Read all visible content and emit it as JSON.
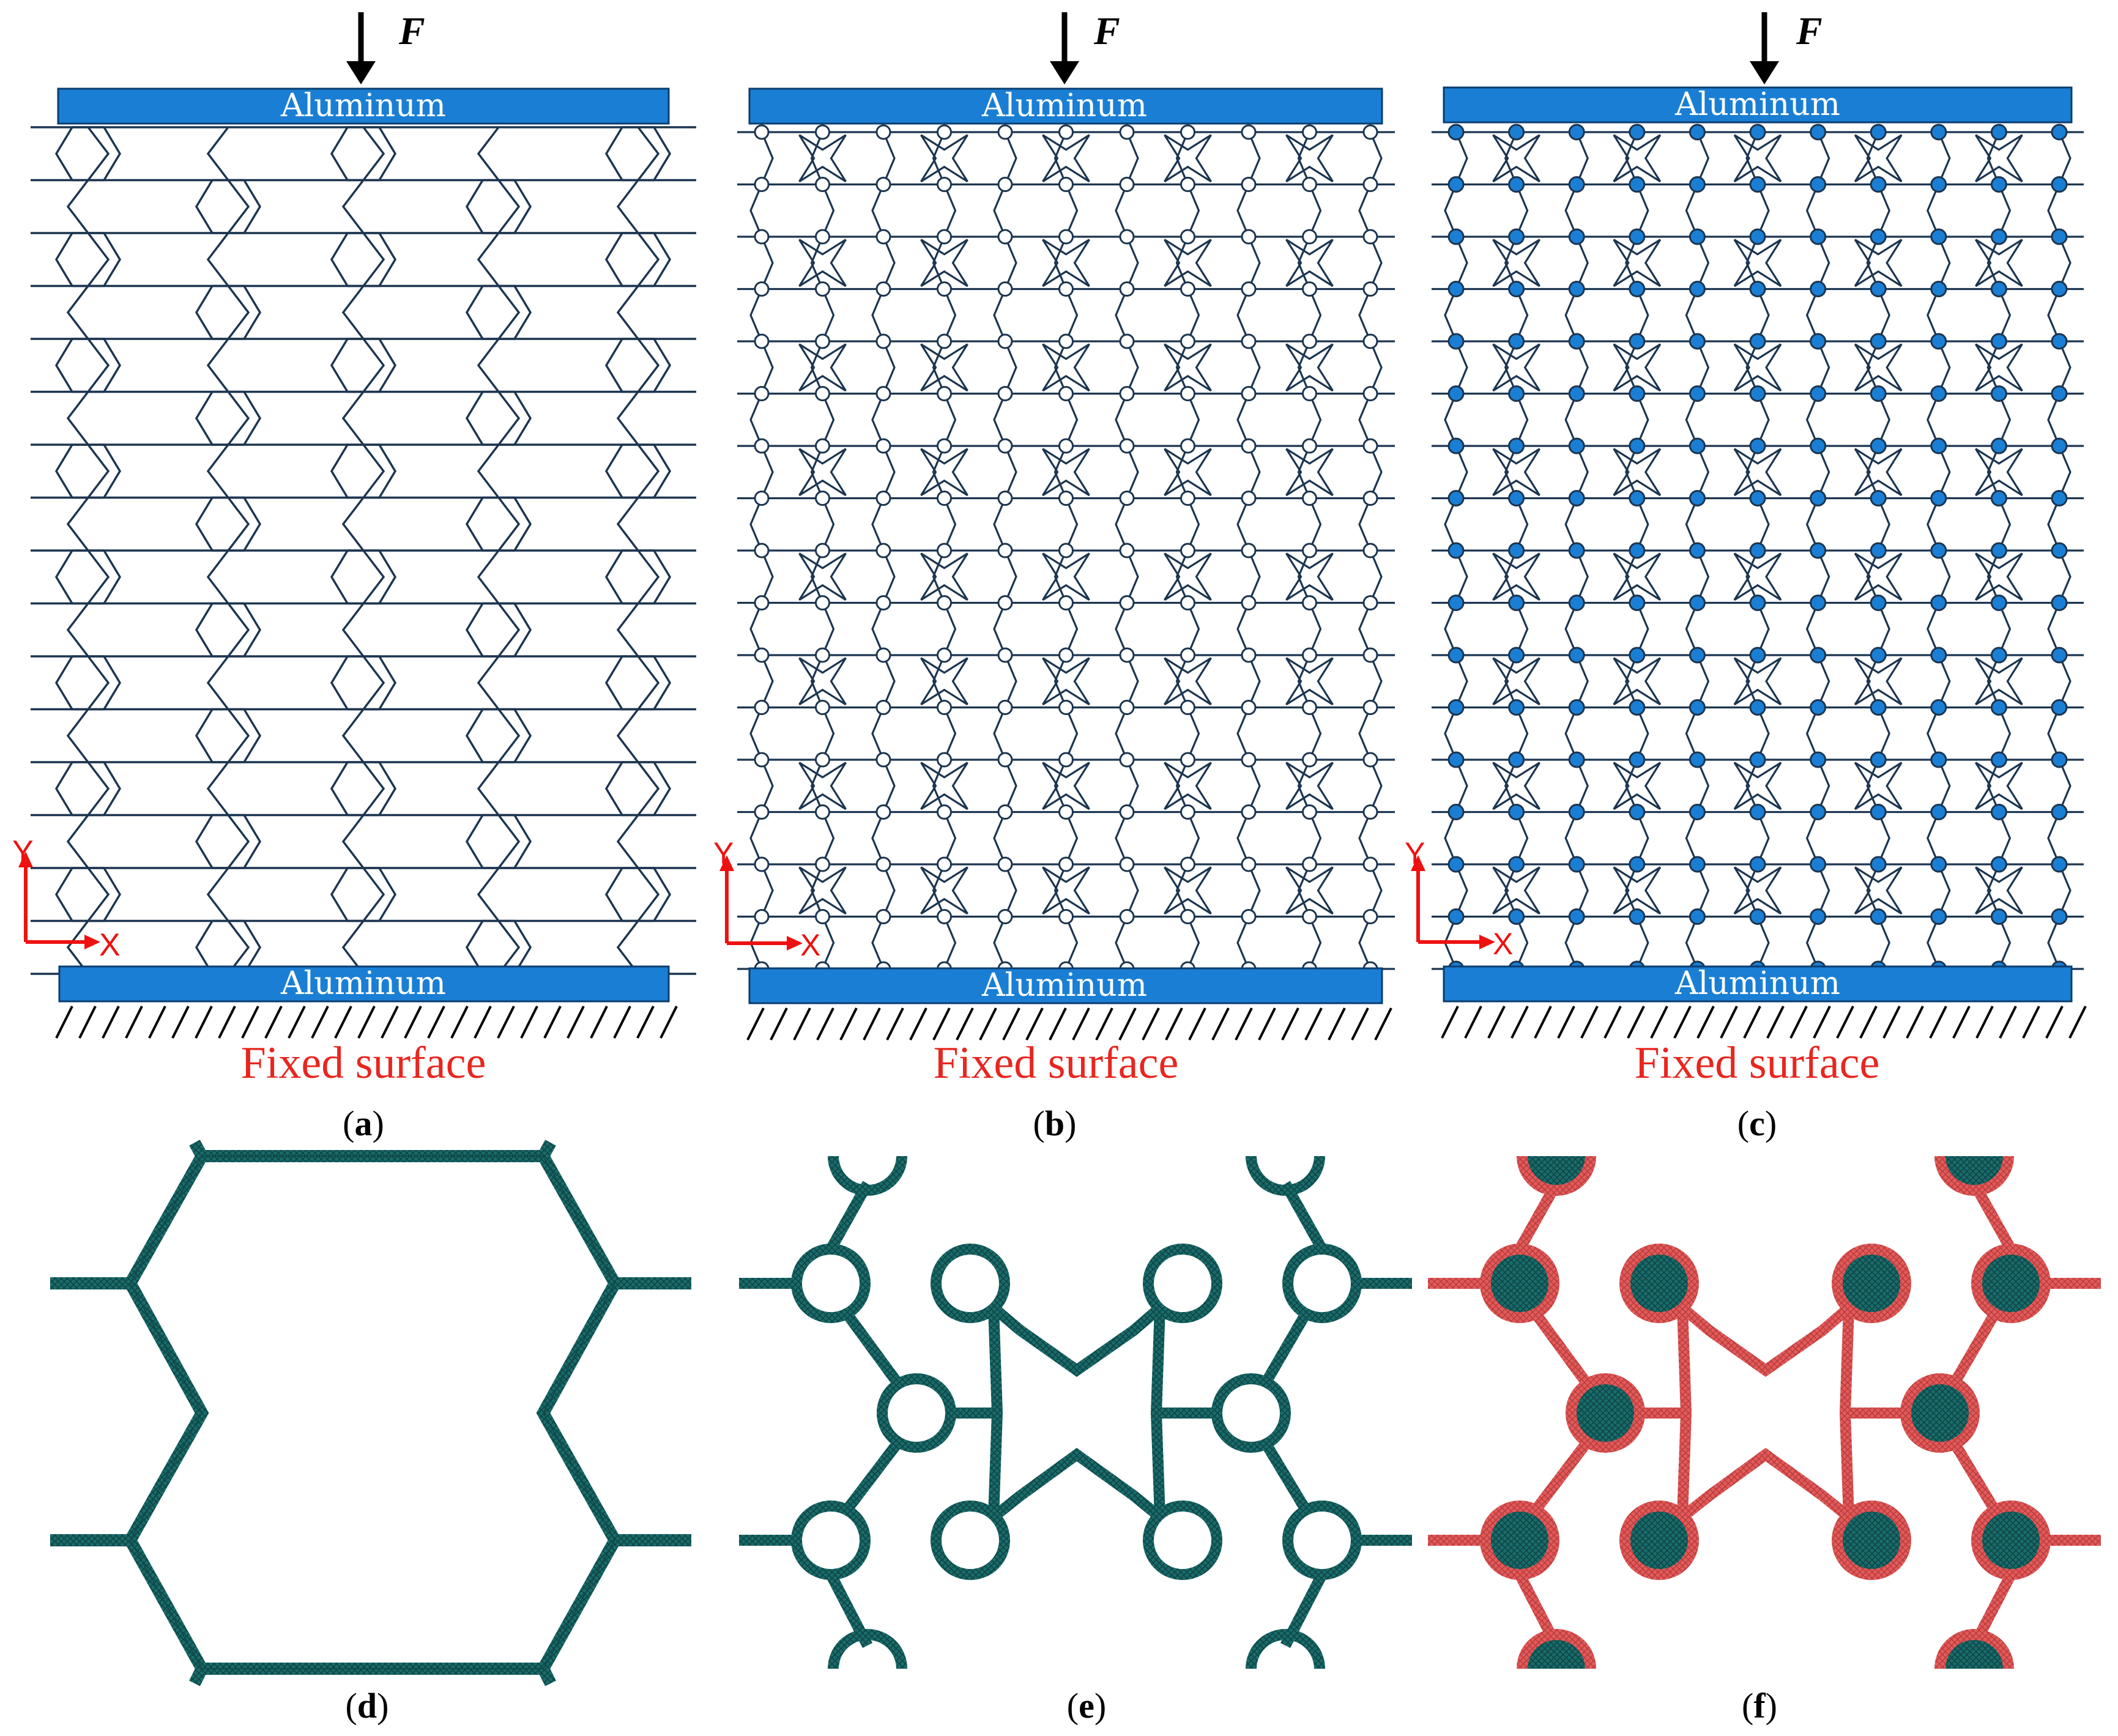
{
  "plate_label": "Aluminum",
  "fixed_label": "Fixed surface",
  "force_label": "F",
  "axis_y_label": "Y",
  "axis_x_label": "X",
  "captions": {
    "a": [
      "(",
      "a",
      ")"
    ],
    "b": [
      "(",
      "b",
      ")"
    ],
    "c": [
      "(",
      "c",
      ")"
    ],
    "d": [
      "(",
      "d",
      ")"
    ],
    "e": [
      "(",
      "e",
      ")"
    ],
    "f": [
      "(",
      "f",
      ")"
    ]
  },
  "colors": {
    "plate": "#1a7fd4",
    "plate_edge": "#0b3d70",
    "lattice": "#1c3550",
    "node_fill": "#1a7fd4",
    "mesh": "#1b6b6b",
    "mesh_dark": "#0f4a4a",
    "coating": "#e35a5a",
    "fixed_text": "#e8261f",
    "axis": "#ee1111"
  }
}
